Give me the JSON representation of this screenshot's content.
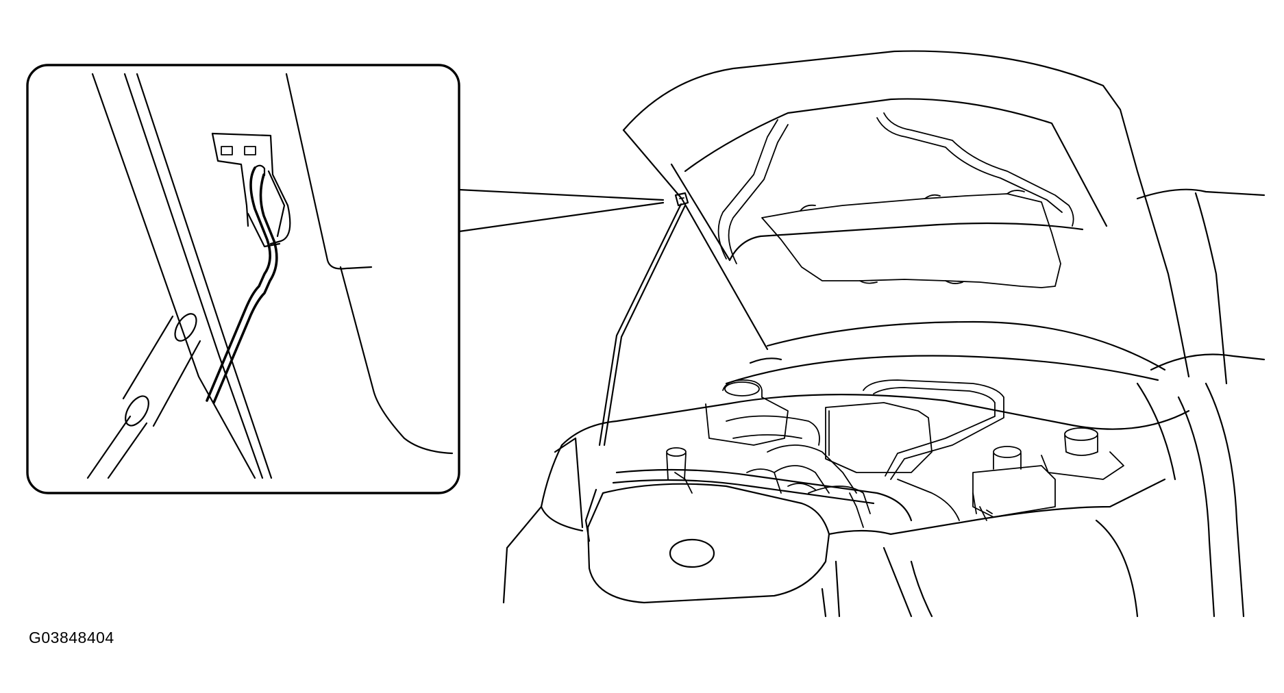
{
  "figure": {
    "id_label": "G03848404",
    "line_color": "#000000",
    "background": "#ffffff"
  },
  "parts": {
    "detail_view": "hood-support-rod-clip-detail",
    "main_view": "vehicle-with-open-hood",
    "support_rod": "hood-support-rod",
    "clip": "hood-rod-retainer-clip"
  }
}
